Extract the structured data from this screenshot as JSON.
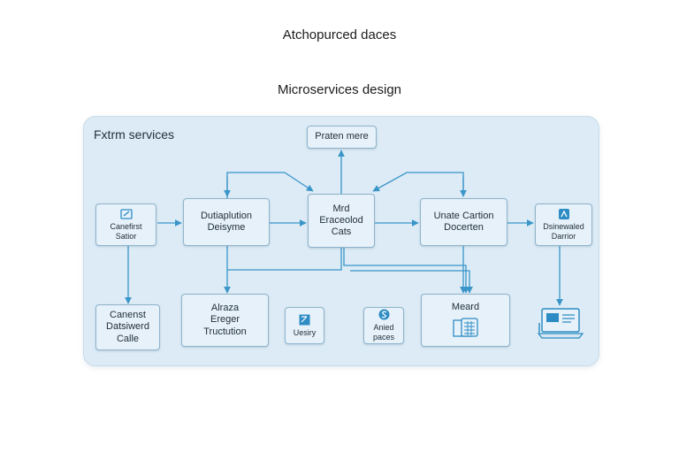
{
  "title": "Atchopurced daces",
  "subtitle": "Microservices design",
  "panel_label": "Fxtrm services",
  "nodes": {
    "top": {
      "label": "Praten mere"
    },
    "left": {
      "lines": [
        "Canefirst",
        "Satior"
      ],
      "icon": "edit-icon"
    },
    "dist": {
      "lines": [
        "Dutiaplution",
        "Deisyme"
      ]
    },
    "central": {
      "lines": [
        "Mrd",
        "Eraceolod",
        "Cats"
      ]
    },
    "unate": {
      "lines": [
        "Unate Cartion",
        "Docerten"
      ]
    },
    "right": {
      "lines": [
        "Dsinewaled",
        "Darrior"
      ],
      "icon": "app-icon"
    },
    "bl": {
      "lines": [
        "Canenst",
        "Datsiwerd",
        "Calle"
      ]
    },
    "abaza": {
      "lines": [
        "Alraza",
        "Ereger",
        "Tructution"
      ]
    },
    "uesiry": {
      "label": "Uesiry",
      "icon": "grid-icon"
    },
    "rdec": {
      "lines": [
        "Anied",
        "paces"
      ],
      "icon": "s-icon"
    },
    "meard": {
      "label": "Meard",
      "icon": "database-icon"
    },
    "monitor": {
      "icon": "monitor-icon"
    }
  },
  "colors": {
    "accent": "#3a95c9",
    "panel": "#dcebf5",
    "box": "#e6f1f9",
    "border": "#8fb3cc"
  }
}
